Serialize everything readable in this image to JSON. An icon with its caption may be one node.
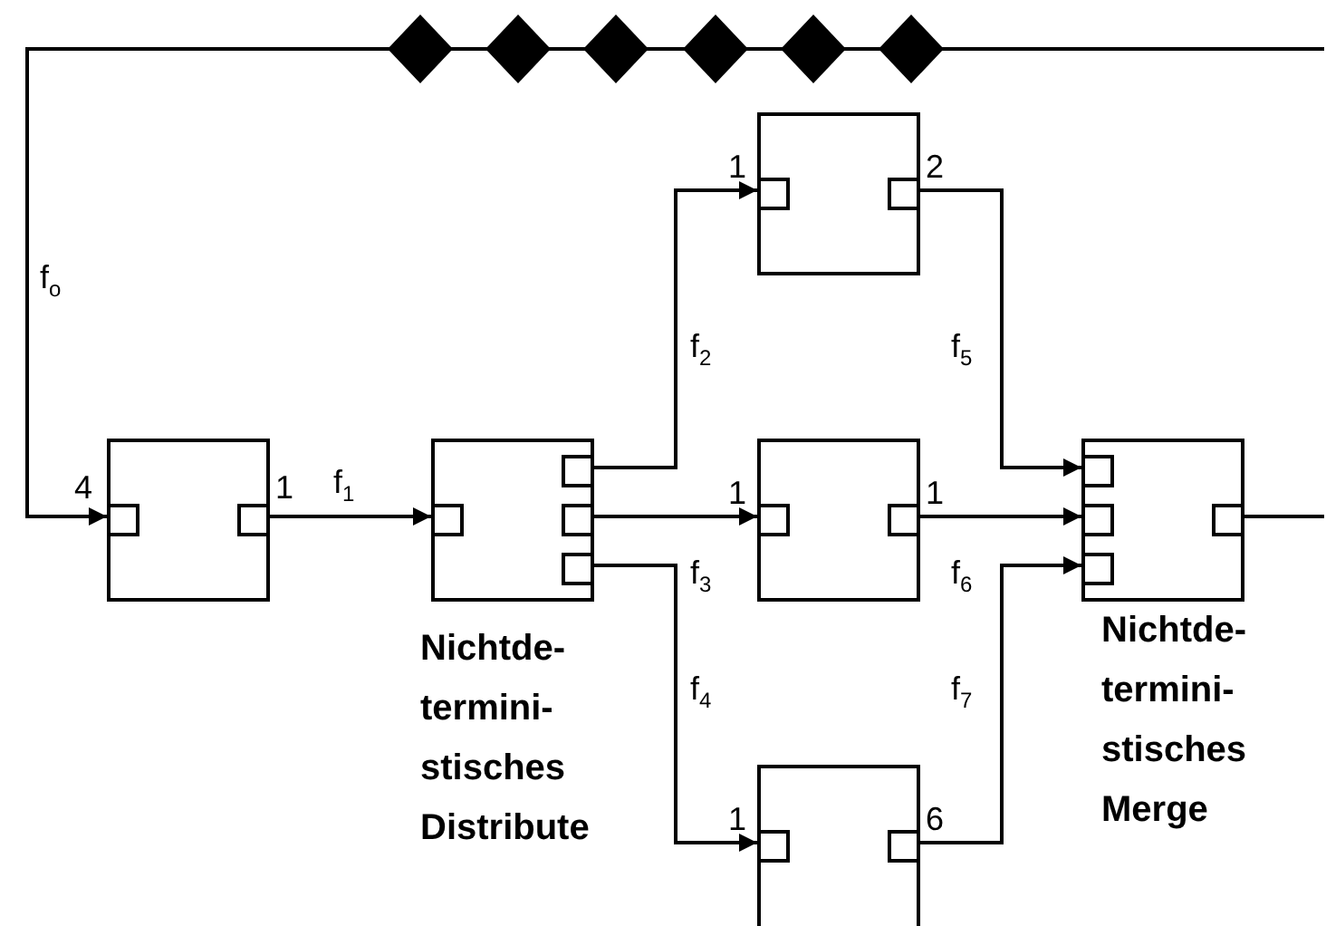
{
  "diagram": {
    "nodes": [
      {
        "text": [],
        "shape": "box"
      },
      {
        "text": [
          "Nichtde- termini- stisches Distribute"
        ]
      },
      {
        "text": [],
        "shape": "box"
      },
      {
        "text": [],
        "shape": "box"
      },
      {
        "text": [],
        "shape": "box"
      },
      {
        "text": [
          "Nichtde- termini- stisches Merge"
        ]
      }
    ],
    "edges": [
      {
        "from": null,
        "to": 0,
        "arrow": "to",
        "label": "f$_{o}$"
      },
      {
        "from": 0,
        "to": 1,
        "arrow": "to",
        "label": "f$_{1}$"
      },
      {
        "from": 1,
        "to": 2,
        "arrow": "to",
        "label": "f$_{2}$"
      },
      {
        "from": 1,
        "to": 3,
        "arrow": "to",
        "label": "f$_{3}$"
      },
      {
        "from": 1,
        "to": 4,
        "arrow": "to",
        "label": "f$_{4}$"
      },
      {
        "from": 2,
        "to": 5,
        "arrow": "to",
        "label": "f$_{5}$"
      },
      {
        "from": 3,
        "to": 5,
        "arrow": "to",
        "label": "f$_{6}$"
      },
      {
        "from": 4,
        "to": 5,
        "arrow": "to",
        "label": "f$_{7}$"
      },
      {
        "from": 5,
        "to": null,
        "arrow": "none"
      }
    ],
    "labels": [
      "1",
      "2",
      "4",
      "1",
      "1",
      "1",
      "1",
      "6"
    ]
  }
}
